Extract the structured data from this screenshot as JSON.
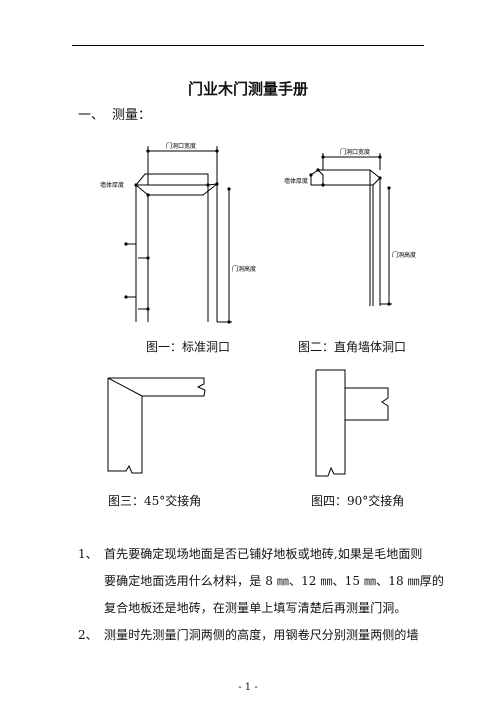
{
  "title": "门业木门测量手册",
  "section": {
    "number": "一、",
    "label": "测量："
  },
  "figures": {
    "fig1": {
      "top_label": "门洞口宽度",
      "left_label": "墙体厚度",
      "side_label": "门洞高度",
      "caption": "图一：标准洞口"
    },
    "fig2": {
      "top_label": "门洞口宽度",
      "left_label": "墙体厚度",
      "side_label": "门洞高度",
      "caption": "图二：直角墙体洞口"
    },
    "fig3": {
      "caption": "图三：45°交接角"
    },
    "fig4": {
      "caption": "图四：90°交接角"
    }
  },
  "items": [
    {
      "number": "1、",
      "lines": [
        "首先要确定现场地面是否已铺好地板或地砖,如果是毛地面则",
        "要确定地面选用什么材料，是 8 ㎜、12 ㎜、15 ㎜、18 ㎜厚的",
        "复合地板还是地砖，在测量单上填写清楚后再测量门洞。"
      ]
    },
    {
      "number": "2、",
      "lines": [
        "测量时先测量门洞两侧的高度，用钢卷尺分别测量两侧的墙"
      ]
    }
  ],
  "page_number": "- 1 -"
}
